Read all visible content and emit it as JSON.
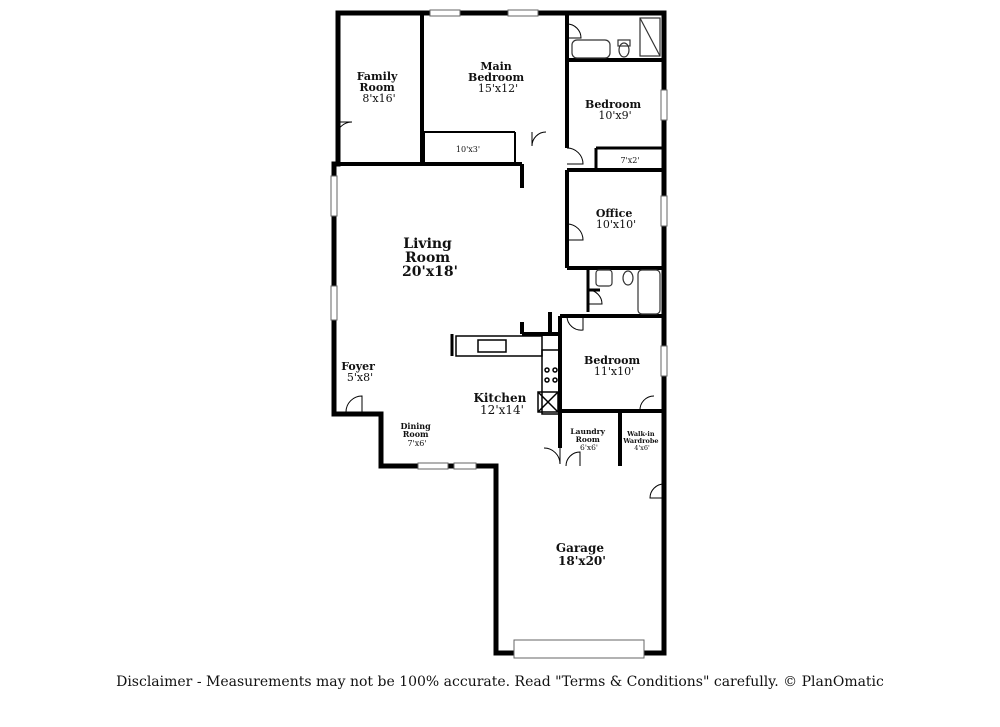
{
  "rooms": {
    "family": {
      "name": "Family\nRoom",
      "dim": "8'x16'"
    },
    "main_bedroom": {
      "name": "Main\nBedroom",
      "dim": "15'x12'"
    },
    "bedroom_ne": {
      "name": "Bedroom",
      "dim": "10'x9'"
    },
    "closet_main": {
      "dim": "10'x3'"
    },
    "closet_ne": {
      "dim": "7'x2'"
    },
    "office": {
      "name": "Office",
      "dim": "10'x10'"
    },
    "living": {
      "name": "Living\nRoom",
      "dim": "20'x18'"
    },
    "bedroom_se": {
      "name": "Bedroom",
      "dim": "11'x10'"
    },
    "foyer": {
      "name": "Foyer",
      "dim": "5'x8'"
    },
    "kitchen": {
      "name": "Kitchen",
      "dim": "12'x14'"
    },
    "dining": {
      "name": "Dining\nRoom",
      "dim": "7'x6'"
    },
    "laundry": {
      "name": "Laundry\nRoom",
      "dim": "6'x6'"
    },
    "wardrobe": {
      "name": "Walk-in\nWardrobe",
      "dim": "4'x6'"
    },
    "garage": {
      "name": "Garage",
      "dim": "18'x20'"
    }
  },
  "footer": {
    "disclaimer": "Disclaimer - Measurements may not be 100% accurate. Read \"Terms & Conditions\" carefully. © PlanOmatic"
  },
  "colors": {
    "wall": "#000000",
    "window": "#ffffff",
    "fixture": "#333333"
  }
}
